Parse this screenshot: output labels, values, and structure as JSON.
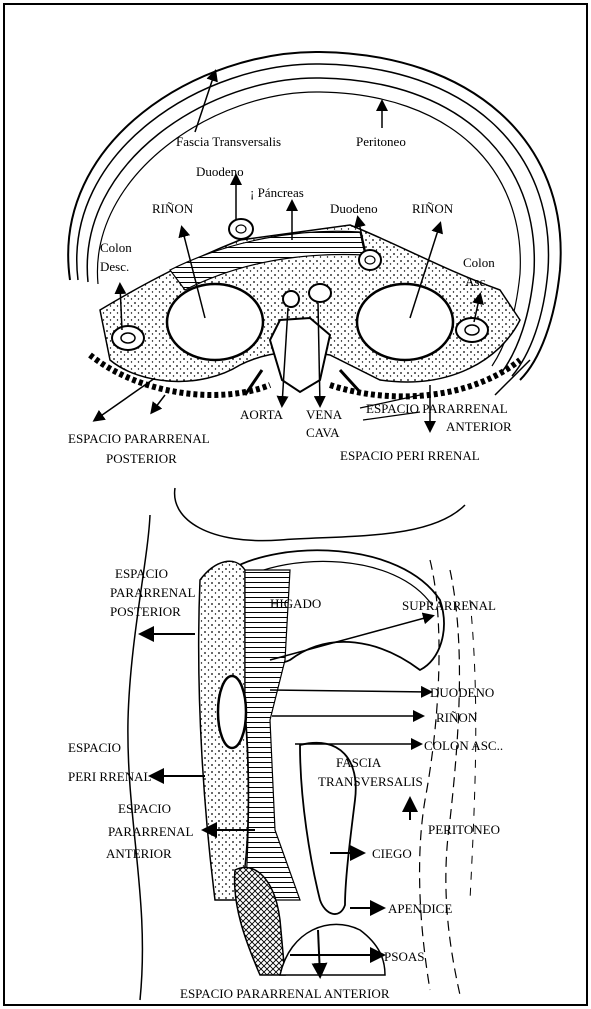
{
  "top_figure": {
    "fascia_transversalis": "Fascia Transversalis",
    "peritoneo": "Peritoneo",
    "duodeno_left": "Duodeno",
    "pancreas": "¡ Páncreas",
    "duodeno_right": "Duodeno",
    "rinon_left": "RIÑON",
    "rinon_right": "RIÑON",
    "colon_desc_1": "Colon",
    "colon_desc_2": "Desc.",
    "colon_asc_1": "Colon",
    "colon_asc_2": "Asc.",
    "aorta": "AORTA",
    "vena": "VENA",
    "cava": "CAVA",
    "ant_pararenal_1": "ESPACIO PARARRENAL",
    "ant_pararenal_2": "ANTERIOR",
    "post_pararenal_1": "ESPACIO PARARRENAL",
    "post_pararenal_2": "POSTERIOR",
    "perirenal": "ESPACIO PERI RRENAL"
  },
  "bottom_figure": {
    "post_pararenal_1": "ESPACIO",
    "post_pararenal_2": "PARARRENAL",
    "post_pararenal_3": "POSTERIOR",
    "higado": "HIGADO",
    "suprarrenal": "SUPRARRENAL",
    "duodeno": "DUODENO",
    "rinon": "RIÑON",
    "espacio": "ESPACIO",
    "colon_asc": "COLON ASC..",
    "fascia": "FASCIA",
    "transversalis": "TRANSVERSALIS",
    "perirenal": "PERI RRENAL",
    "ant_pararenal_1": "ESPACIO",
    "ant_pararenal_2": "PARARRENAL",
    "ant_pararenal_3": "ANTERIOR",
    "peritoneo": "PERITONEO",
    "ciego": "CIEGO",
    "apendice": "APENDICE",
    "psoas": "PSOAS",
    "bottom_caption": "ESPACIO PARARRENAL ANTERIOR"
  }
}
